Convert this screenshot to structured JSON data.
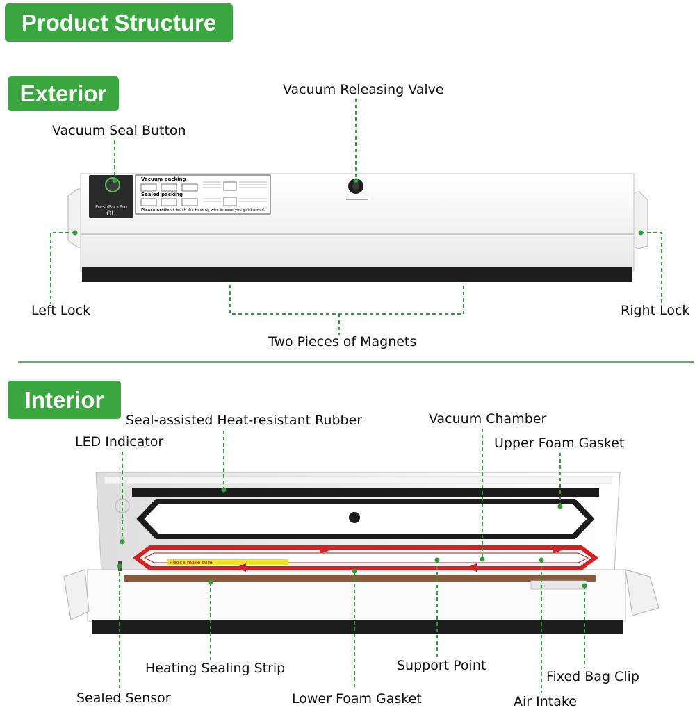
{
  "header": {
    "title": "Product Structure"
  },
  "exterior": {
    "section_label": "Exterior",
    "labels": {
      "vacuum_releasing_valve": "Vacuum Releasing Valve",
      "vacuum_seal_button": "Vacuum Seal Button",
      "left_lock": "Left Lock",
      "right_lock": "Right Lock",
      "two_pieces_of_magnets": "Two Pieces of Magnets"
    },
    "device_panel": {
      "brand": "FreshPackPro",
      "mode": "OH",
      "vacuum_packing": "Vacuum packing",
      "sealed_packing": "Sealed packing",
      "warning_prefix": "Please note",
      "warning_text": "Don't touch the heating wire in case you get burned."
    }
  },
  "interior": {
    "section_label": "Interior",
    "labels": {
      "seal_assisted_rubber": "Seal-assisted Heat-resistant Rubber",
      "vacuum_chamber": "Vacuum Chamber",
      "led_indicator": "LED Indicator",
      "upper_foam_gasket": "Upper Foam Gasket",
      "heating_sealing_strip": "Heating Sealing Strip",
      "support_point": "Support Point",
      "fixed_bag_clip": "Fixed Bag Clip",
      "sealed_sensor": "Sealed Sensor",
      "lower_foam_gasket": "Lower Foam Gasket",
      "air_intake": "Air Intake"
    },
    "strip_note": "Please make sure"
  },
  "colors": {
    "badge_green": "#3aa63f",
    "leader_green": "#2e9e3a",
    "divider": "#3a8f45",
    "gasket_red": "#d62020",
    "heating_strip_brown": "#8a5a3c"
  }
}
